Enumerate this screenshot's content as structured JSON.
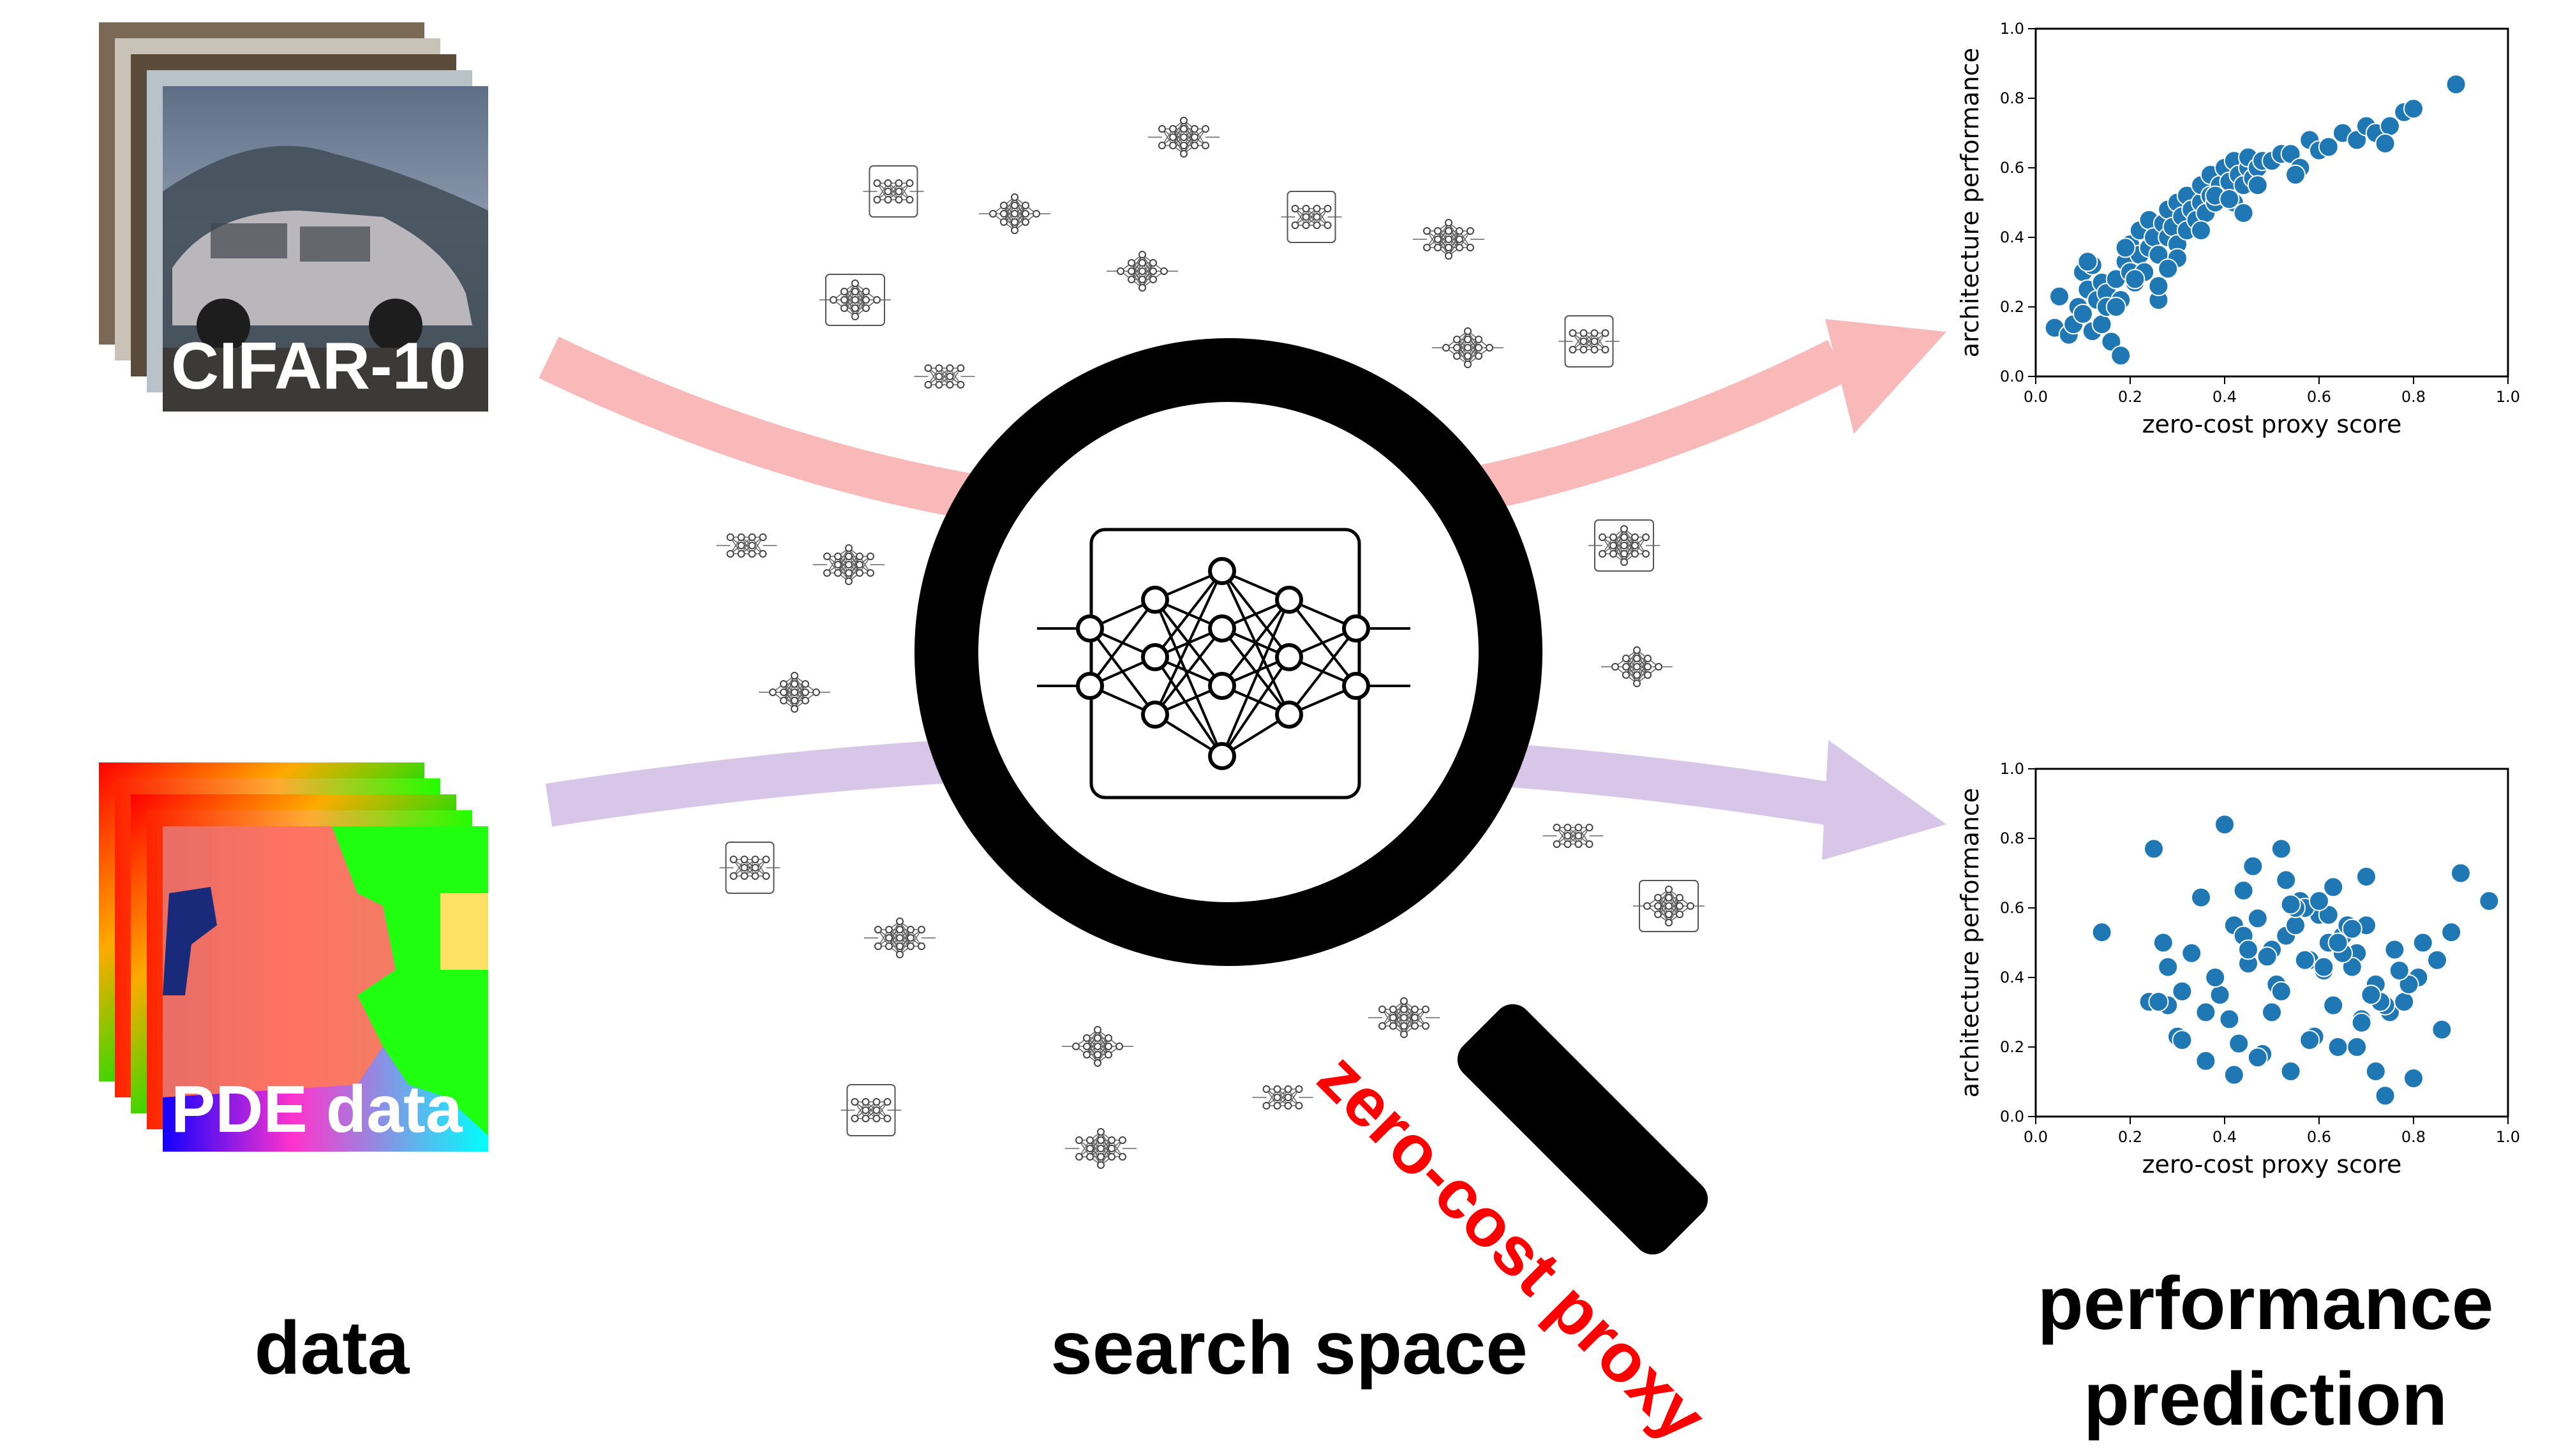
{
  "datasets": [
    {
      "label": "CIFAR-10",
      "kind": "image-stack"
    },
    {
      "label": "PDE data",
      "kind": "field-stack"
    }
  ],
  "captions": {
    "data": "data",
    "search_space": "search space",
    "prediction_line1": "performance",
    "prediction_line2": "prediction"
  },
  "magnifier": {
    "label": "zero-cost proxy",
    "label_color": "#ff0000"
  },
  "colors": {
    "arrow_top": "#f9b9b9",
    "arrow_bottom": "#d8c6e8",
    "points": "#1f77b4"
  },
  "icons": [
    "network-icon",
    "magnifier-icon",
    "arrow-icon"
  ],
  "chart_data": [
    {
      "type": "scatter",
      "xlabel": "zero-cost proxy score",
      "ylabel": "architecture performance",
      "xlim": [
        0,
        1
      ],
      "ylim": [
        0,
        1
      ],
      "xticks": [
        "0.0",
        "0.2",
        "0.4",
        "0.6",
        "0.8",
        "1.0"
      ],
      "yticks": [
        "0.0",
        "0.2",
        "0.4",
        "0.6",
        "0.8",
        "1.0"
      ],
      "grid": false,
      "x": [
        0.04,
        0.05,
        0.07,
        0.08,
        0.09,
        0.1,
        0.1,
        0.11,
        0.12,
        0.12,
        0.13,
        0.14,
        0.14,
        0.15,
        0.15,
        0.16,
        0.17,
        0.18,
        0.18,
        0.19,
        0.2,
        0.2,
        0.21,
        0.22,
        0.22,
        0.23,
        0.24,
        0.24,
        0.25,
        0.26,
        0.26,
        0.27,
        0.28,
        0.28,
        0.29,
        0.3,
        0.3,
        0.31,
        0.32,
        0.32,
        0.33,
        0.34,
        0.35,
        0.35,
        0.36,
        0.37,
        0.37,
        0.38,
        0.39,
        0.4,
        0.4,
        0.41,
        0.42,
        0.42,
        0.43,
        0.44,
        0.45,
        0.45,
        0.46,
        0.47,
        0.48,
        0.5,
        0.52,
        0.54,
        0.56,
        0.58,
        0.6,
        0.62,
        0.65,
        0.68,
        0.7,
        0.72,
        0.75,
        0.78,
        0.8,
        0.89,
        0.74,
        0.19,
        0.11,
        0.35,
        0.44,
        0.26,
        0.3,
        0.21,
        0.38,
        0.47,
        0.17,
        0.28,
        0.41,
        0.55
      ],
      "y": [
        0.14,
        0.23,
        0.12,
        0.15,
        0.2,
        0.18,
        0.3,
        0.25,
        0.32,
        0.13,
        0.22,
        0.27,
        0.15,
        0.24,
        0.2,
        0.1,
        0.28,
        0.22,
        0.06,
        0.33,
        0.3,
        0.38,
        0.27,
        0.35,
        0.42,
        0.3,
        0.37,
        0.45,
        0.4,
        0.35,
        0.22,
        0.44,
        0.4,
        0.48,
        0.43,
        0.38,
        0.5,
        0.46,
        0.42,
        0.52,
        0.48,
        0.45,
        0.5,
        0.55,
        0.47,
        0.52,
        0.58,
        0.5,
        0.55,
        0.52,
        0.6,
        0.56,
        0.5,
        0.62,
        0.58,
        0.55,
        0.6,
        0.63,
        0.57,
        0.6,
        0.62,
        0.62,
        0.64,
        0.64,
        0.6,
        0.68,
        0.65,
        0.66,
        0.7,
        0.68,
        0.72,
        0.7,
        0.72,
        0.76,
        0.77,
        0.84,
        0.67,
        0.37,
        0.33,
        0.42,
        0.47,
        0.26,
        0.34,
        0.28,
        0.52,
        0.55,
        0.2,
        0.31,
        0.51,
        0.58
      ]
    },
    {
      "type": "scatter",
      "xlabel": "zero-cost proxy score",
      "ylabel": "architecture performance",
      "xlim": [
        0,
        1
      ],
      "ylim": [
        0,
        1
      ],
      "xticks": [
        "0.0",
        "0.2",
        "0.4",
        "0.6",
        "0.8",
        "1.0"
      ],
      "yticks": [
        "0.0",
        "0.2",
        "0.4",
        "0.6",
        "0.8",
        "1.0"
      ],
      "grid": false,
      "x": [
        0.14,
        0.25,
        0.4,
        0.52,
        0.63,
        0.9,
        0.96,
        0.24,
        0.27,
        0.33,
        0.35,
        0.28,
        0.3,
        0.38,
        0.42,
        0.44,
        0.47,
        0.5,
        0.53,
        0.55,
        0.58,
        0.6,
        0.62,
        0.65,
        0.68,
        0.7,
        0.72,
        0.75,
        0.78,
        0.8,
        0.82,
        0.85,
        0.88,
        0.36,
        0.46,
        0.56,
        0.66,
        0.76,
        0.86,
        0.31,
        0.41,
        0.51,
        0.61,
        0.71,
        0.81,
        0.43,
        0.48,
        0.54,
        0.59,
        0.64,
        0.69,
        0.74,
        0.79,
        0.39,
        0.45,
        0.57,
        0.67,
        0.73,
        0.28,
        0.33,
        0.49,
        0.53,
        0.62,
        0.7,
        0.77,
        0.44,
        0.52,
        0.6,
        0.68,
        0.55,
        0.5,
        0.58,
        0.65,
        0.72,
        0.47,
        0.36,
        0.42,
        0.63,
        0.69,
        0.74,
        0.26,
        0.31,
        0.38,
        0.45,
        0.54,
        0.61,
        0.67,
        0.71,
        0.57,
        0.64
      ],
      "y": [
        0.53,
        0.77,
        0.84,
        0.77,
        0.66,
        0.7,
        0.62,
        0.33,
        0.5,
        0.47,
        0.63,
        0.43,
        0.23,
        0.4,
        0.55,
        0.65,
        0.57,
        0.48,
        0.52,
        0.55,
        0.45,
        0.58,
        0.5,
        0.52,
        0.47,
        0.55,
        0.38,
        0.3,
        0.33,
        0.11,
        0.5,
        0.45,
        0.53,
        0.3,
        0.72,
        0.62,
        0.55,
        0.48,
        0.25,
        0.36,
        0.28,
        0.38,
        0.42,
        0.35,
        0.4,
        0.21,
        0.18,
        0.13,
        0.23,
        0.2,
        0.28,
        0.32,
        0.38,
        0.35,
        0.44,
        0.6,
        0.43,
        0.33,
        0.32,
        0.47,
        0.46,
        0.68,
        0.58,
        0.69,
        0.42,
        0.52,
        0.36,
        0.62,
        0.2,
        0.6,
        0.3,
        0.22,
        0.47,
        0.13,
        0.17,
        0.16,
        0.12,
        0.32,
        0.27,
        0.06,
        0.33,
        0.22,
        0.4,
        0.48,
        0.61,
        0.43,
        0.54,
        0.35,
        0.45,
        0.5
      ]
    }
  ]
}
